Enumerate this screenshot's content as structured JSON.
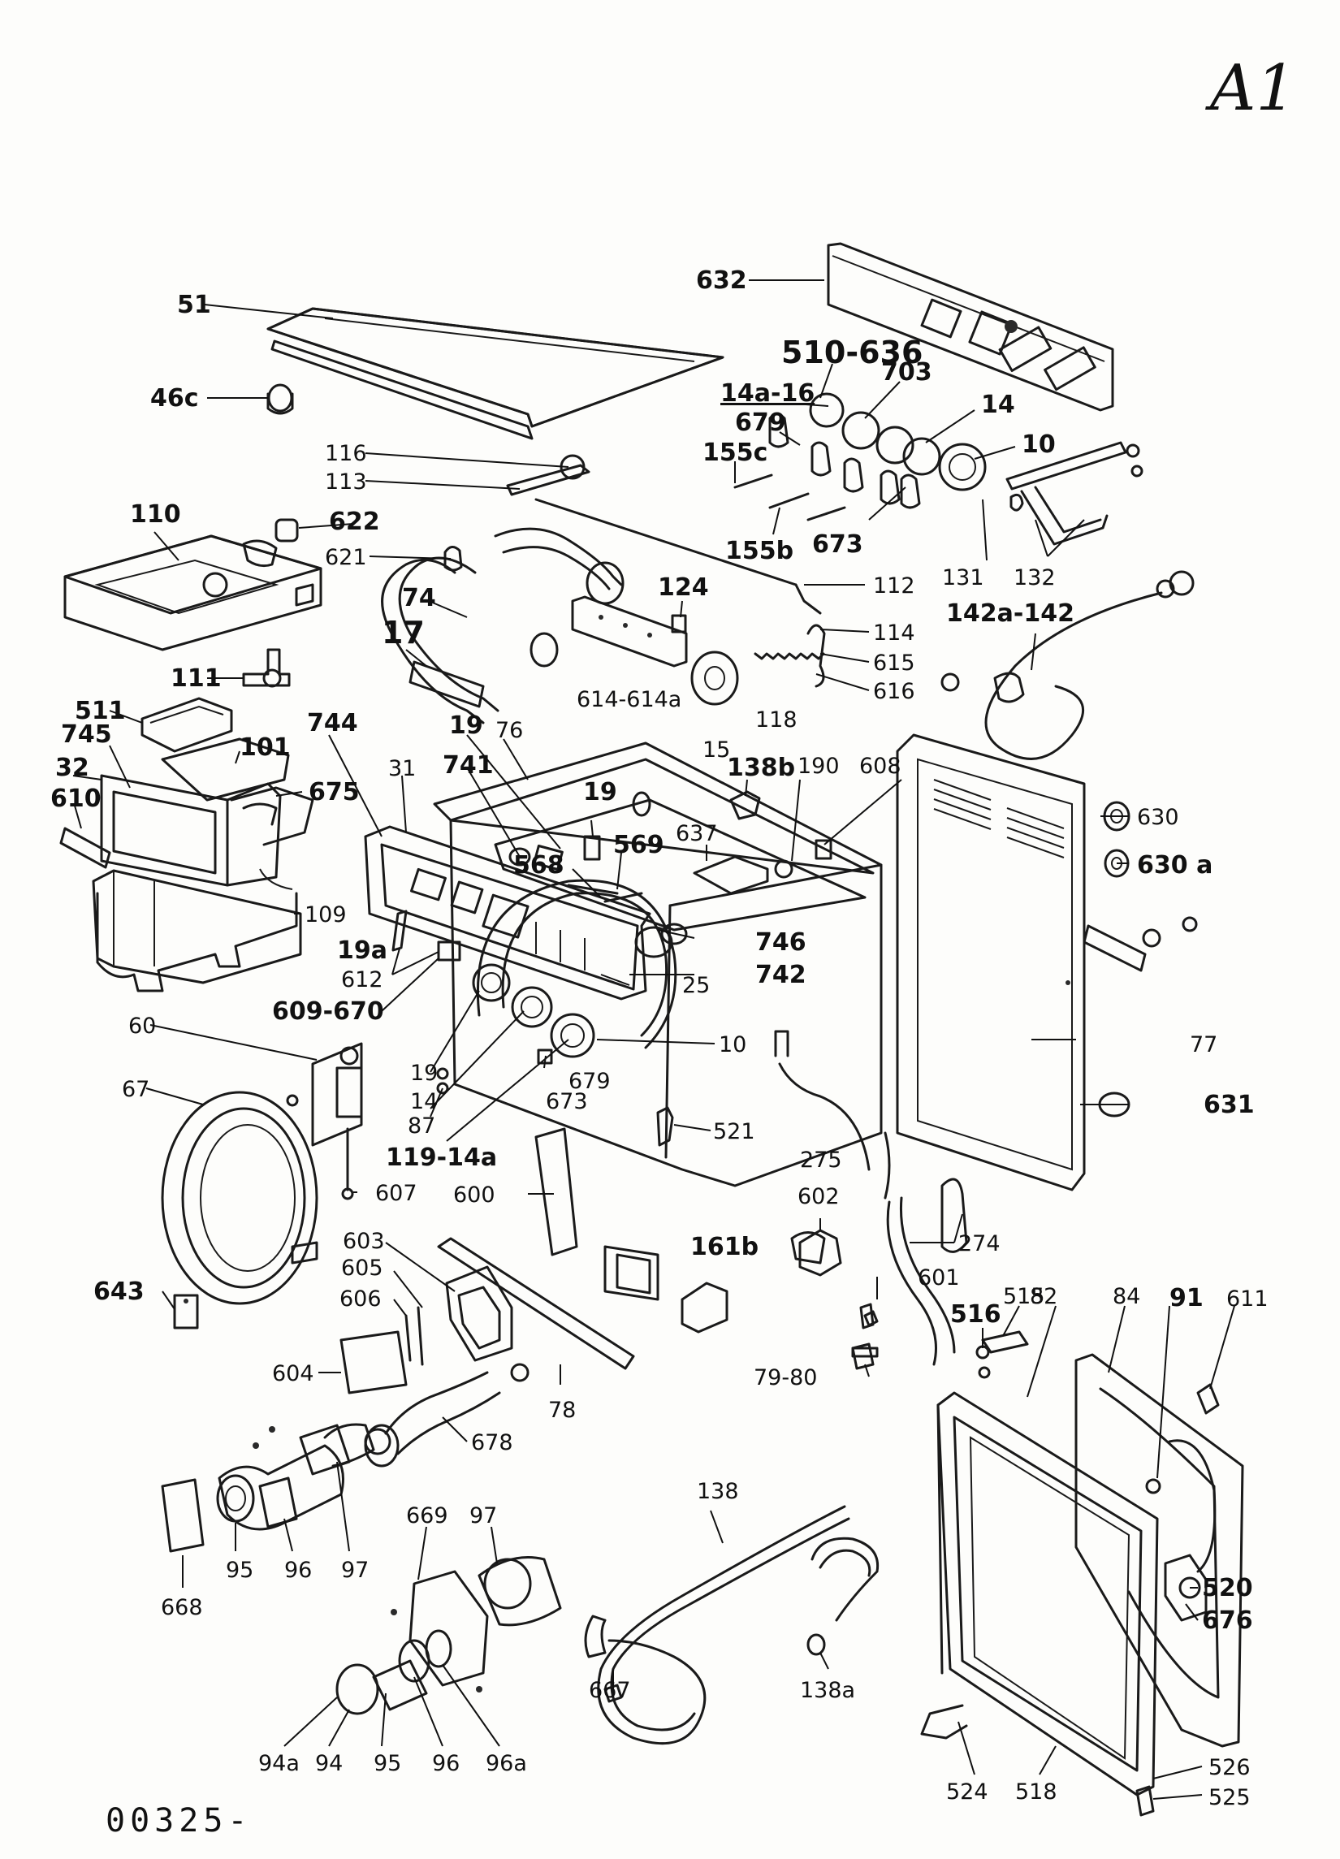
{
  "sheet_id": "A1",
  "doc_number": "00325-",
  "callouts": [
    {
      "id": "632",
      "text": "632",
      "bold": true
    },
    {
      "id": "51",
      "text": "51",
      "bold": true
    },
    {
      "id": "510-636",
      "text": "510-636",
      "bold": true,
      "big": true
    },
    {
      "id": "703",
      "text": "703",
      "bold": true
    },
    {
      "id": "14a-16",
      "text": "14a-16",
      "bold": true,
      "underline": true
    },
    {
      "id": "679-top",
      "text": "679",
      "bold": true
    },
    {
      "id": "14-top",
      "text": "14",
      "bold": true
    },
    {
      "id": "10-top",
      "text": "10",
      "bold": true
    },
    {
      "id": "46c",
      "text": "46c",
      "bold": true
    },
    {
      "id": "155c",
      "text": "155c",
      "bold": true
    },
    {
      "id": "116",
      "text": "116",
      "bold": false
    },
    {
      "id": "113",
      "text": "113",
      "bold": false
    },
    {
      "id": "155b",
      "text": "155b",
      "bold": true
    },
    {
      "id": "673-top",
      "text": "673",
      "bold": true
    },
    {
      "id": "131",
      "text": "131",
      "bold": false
    },
    {
      "id": "132",
      "text": "132",
      "bold": false
    },
    {
      "id": "110",
      "text": "110",
      "bold": true
    },
    {
      "id": "622",
      "text": "622",
      "bold": true
    },
    {
      "id": "621",
      "text": "621",
      "bold": false
    },
    {
      "id": "112",
      "text": "112",
      "bold": false
    },
    {
      "id": "124",
      "text": "124",
      "bold": true
    },
    {
      "id": "142a-142",
      "text": "142a-142",
      "bold": true
    },
    {
      "id": "74",
      "text": "74",
      "bold": true
    },
    {
      "id": "114",
      "text": "114",
      "bold": false
    },
    {
      "id": "17",
      "text": "17",
      "bold": false,
      "big": true
    },
    {
      "id": "615",
      "text": "615",
      "bold": false
    },
    {
      "id": "616",
      "text": "616",
      "bold": false
    },
    {
      "id": "111",
      "text": "111",
      "bold": true
    },
    {
      "id": "614-614a",
      "text": "614-614a",
      "bold": false
    },
    {
      "id": "118",
      "text": "118",
      "bold": false
    },
    {
      "id": "15",
      "text": "15",
      "bold": false
    },
    {
      "id": "511",
      "text": "511",
      "bold": true
    },
    {
      "id": "744",
      "text": "744",
      "bold": true
    },
    {
      "id": "19-a",
      "text": "19",
      "bold": true
    },
    {
      "id": "76",
      "text": "76",
      "bold": false
    },
    {
      "id": "745",
      "text": "745",
      "bold": true
    },
    {
      "id": "101",
      "text": "101",
      "bold": true
    },
    {
      "id": "138b",
      "text": "138b",
      "bold": true
    },
    {
      "id": "190",
      "text": "190",
      "bold": false
    },
    {
      "id": "608",
      "text": "608",
      "bold": false
    },
    {
      "id": "630",
      "text": "630",
      "bold": false
    },
    {
      "id": "32",
      "text": "32",
      "bold": true
    },
    {
      "id": "31",
      "text": "31",
      "bold": false
    },
    {
      "id": "741",
      "text": "741",
      "bold": true
    },
    {
      "id": "19-b",
      "text": "19",
      "bold": true
    },
    {
      "id": "675",
      "text": "675",
      "bold": true
    },
    {
      "id": "610",
      "text": "610",
      "bold": true
    },
    {
      "id": "637",
      "text": "637",
      "bold": false
    },
    {
      "id": "569",
      "text": "569",
      "bold": true
    },
    {
      "id": "630a",
      "text": "630 a",
      "bold": true
    },
    {
      "id": "568",
      "text": "568",
      "bold": true
    },
    {
      "id": "109",
      "text": "109",
      "bold": false
    },
    {
      "id": "746",
      "text": "746",
      "bold": true
    },
    {
      "id": "19a",
      "text": "19a",
      "bold": true
    },
    {
      "id": "612",
      "text": "612",
      "bold": false
    },
    {
      "id": "742",
      "text": "742",
      "bold": true
    },
    {
      "id": "25",
      "text": "25",
      "bold": false
    },
    {
      "id": "609-670",
      "text": "609-670",
      "bold": true
    },
    {
      "id": "60",
      "text": "60",
      "bold": false
    },
    {
      "id": "10-mid",
      "text": "10",
      "bold": false
    },
    {
      "id": "77",
      "text": "77",
      "bold": false
    },
    {
      "id": "67",
      "text": "67",
      "bold": false
    },
    {
      "id": "19-c",
      "text": "19",
      "bold": false
    },
    {
      "id": "679-mid",
      "text": "679",
      "bold": false
    },
    {
      "id": "14-mid",
      "text": "14",
      "bold": false
    },
    {
      "id": "673-mid",
      "text": "673",
      "bold": false
    },
    {
      "id": "631",
      "text": "631",
      "bold": true
    },
    {
      "id": "87",
      "text": "87",
      "bold": false
    },
    {
      "id": "521",
      "text": "521",
      "bold": false
    },
    {
      "id": "119-14a",
      "text": "119-14a",
      "bold": true
    },
    {
      "id": "275",
      "text": "275",
      "bold": false
    },
    {
      "id": "607",
      "text": "607",
      "bold": false
    },
    {
      "id": "600",
      "text": "600",
      "bold": false
    },
    {
      "id": "602",
      "text": "602",
      "bold": false
    },
    {
      "id": "603",
      "text": "603",
      "bold": false
    },
    {
      "id": "274",
      "text": "274",
      "bold": false
    },
    {
      "id": "605",
      "text": "605",
      "bold": false
    },
    {
      "id": "161b",
      "text": "161b",
      "bold": true
    },
    {
      "id": "601",
      "text": "601",
      "bold": false
    },
    {
      "id": "643",
      "text": "643",
      "bold": true
    },
    {
      "id": "606",
      "text": "606",
      "bold": false
    },
    {
      "id": "515",
      "text": "515",
      "bold": false
    },
    {
      "id": "82",
      "text": "82",
      "bold": false
    },
    {
      "id": "84",
      "text": "84",
      "bold": false
    },
    {
      "id": "91",
      "text": "91",
      "bold": true
    },
    {
      "id": "611",
      "text": "611",
      "bold": false
    },
    {
      "id": "516",
      "text": "516",
      "bold": true
    },
    {
      "id": "604",
      "text": "604",
      "bold": false
    },
    {
      "id": "78",
      "text": "78",
      "bold": false
    },
    {
      "id": "79-80",
      "text": "79-80",
      "bold": false
    },
    {
      "id": "678",
      "text": "678",
      "bold": false
    },
    {
      "id": "138",
      "text": "138",
      "bold": false
    },
    {
      "id": "95-a",
      "text": "95",
      "bold": false
    },
    {
      "id": "96-a",
      "text": "96",
      "bold": false
    },
    {
      "id": "97-a",
      "text": "97",
      "bold": false
    },
    {
      "id": "669",
      "text": "669",
      "bold": false
    },
    {
      "id": "97-b",
      "text": "97",
      "bold": false
    },
    {
      "id": "668",
      "text": "668",
      "bold": false
    },
    {
      "id": "520",
      "text": "520",
      "bold": true
    },
    {
      "id": "676",
      "text": "676",
      "bold": true
    },
    {
      "id": "667",
      "text": "667",
      "bold": false
    },
    {
      "id": "138a",
      "text": "138a",
      "bold": false
    },
    {
      "id": "94a",
      "text": "94a",
      "bold": false
    },
    {
      "id": "94",
      "text": "94",
      "bold": false
    },
    {
      "id": "95-b",
      "text": "95",
      "bold": false
    },
    {
      "id": "96-b",
      "text": "96",
      "bold": false
    },
    {
      "id": "96a",
      "text": "96a",
      "bold": false
    },
    {
      "id": "526",
      "text": "526",
      "bold": false
    },
    {
      "id": "524",
      "text": "524",
      "bold": false
    },
    {
      "id": "518",
      "text": "518",
      "bold": false
    },
    {
      "id": "525",
      "text": "525",
      "bold": false
    }
  ]
}
